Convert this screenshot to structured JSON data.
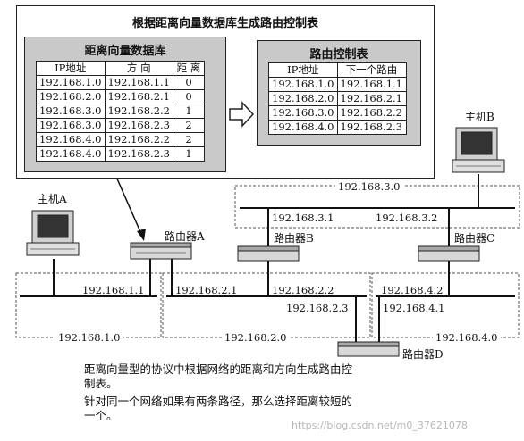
{
  "outer_title": "根据距离向量数据库生成路由控制表",
  "db": {
    "title": "距离向量数据库",
    "headers": [
      "IP地址",
      "方 向",
      "距 离"
    ],
    "rows": [
      [
        "192.168.1.0",
        "192.168.1.1",
        "0"
      ],
      [
        "192.168.2.0",
        "192.168.2.1",
        "0"
      ],
      [
        "192.168.3.0",
        "192.168.2.2",
        "1"
      ],
      [
        "192.168.3.0",
        "192.168.2.3",
        "2"
      ],
      [
        "192.168.4.0",
        "192.168.2.2",
        "2"
      ],
      [
        "192.168.4.0",
        "192.168.2.3",
        "1"
      ]
    ]
  },
  "rt": {
    "title": "路由控制表",
    "headers": [
      "IP地址",
      "下一个路由"
    ],
    "rows": [
      [
        "192.168.1.0",
        "192.168.1.1"
      ],
      [
        "192.168.2.0",
        "192.168.2.1"
      ],
      [
        "192.168.3.0",
        "192.168.2.2"
      ],
      [
        "192.168.4.0",
        "192.168.2.3"
      ]
    ]
  },
  "hosts": {
    "a": "主机A",
    "b": "主机B"
  },
  "routers": {
    "a": "路由器A",
    "b": "路由器B",
    "c": "路由器C",
    "d": "路由器D"
  },
  "networks": {
    "n1": "192.168.1.0",
    "n2": "192.168.2.0",
    "n3": "192.168.3.0",
    "n4": "192.168.4.0"
  },
  "ifaces": {
    "a1": "192.168.1.1",
    "a2": "192.168.2.1",
    "b2": "192.168.2.2",
    "b3": "192.168.3.1",
    "c3": "192.168.3.2",
    "c4": "192.168.4.2",
    "d2": "192.168.2.3",
    "d4": "192.168.4.1"
  },
  "caption": {
    "line1": "距离向量型的协议中根据网络的距离和方向生成路由控",
    "line2": "制表。",
    "line3": "针对同一个网络如果有两条路径，那么选择距离较短的",
    "line4": "一个。"
  },
  "watermark": "https://blog.csdn.net/m0_37621078"
}
